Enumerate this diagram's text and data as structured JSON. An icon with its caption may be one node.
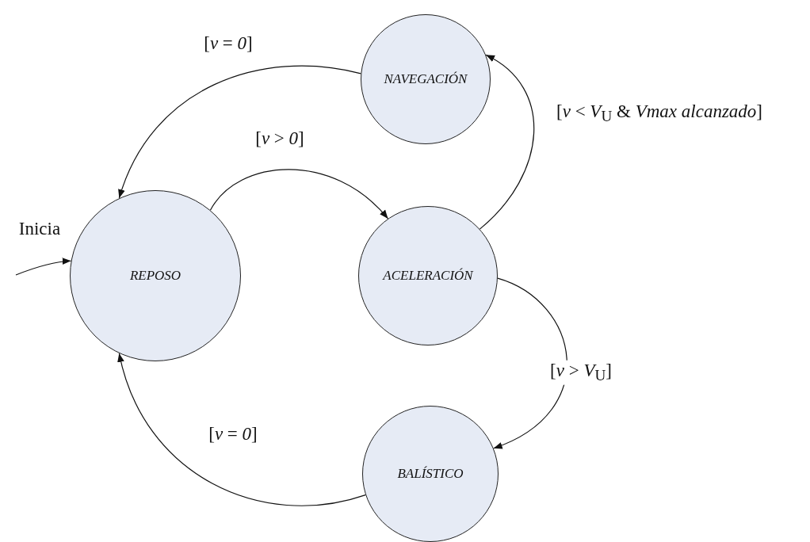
{
  "diagram": {
    "nodes": [
      {
        "text": [
          "NAVEGACIÓN"
        ]
      },
      {
        "text": [
          "REPOSO"
        ]
      },
      {
        "text": [
          "ACELERACIÓN"
        ]
      },
      {
        "text": [
          "BALÍSTICO"
        ]
      }
    ],
    "edges": [
      {
        "from": 0,
        "to": 1,
        "arrow": "to",
        "label": "[*v* = *0*]"
      },
      {
        "from": 1,
        "to": 2,
        "arrow": "to",
        "label": "[*v* > *0*]"
      },
      {
        "from": 2,
        "to": 0,
        "arrow": "to",
        "label": "[*v* < *V*$_{U}$ & *Vmax alcanzado*]"
      },
      {
        "from": 2,
        "to": 3,
        "arrow": "to",
        "label": "[*v* > *V*$_{U}$]"
      },
      {
        "from": 3,
        "to": 1,
        "arrow": "to",
        "label": "[*v* = *0*]"
      },
      {
        "from": null,
        "to": 1,
        "arrow": "to",
        "label": "Inicia"
      }
    ]
  }
}
